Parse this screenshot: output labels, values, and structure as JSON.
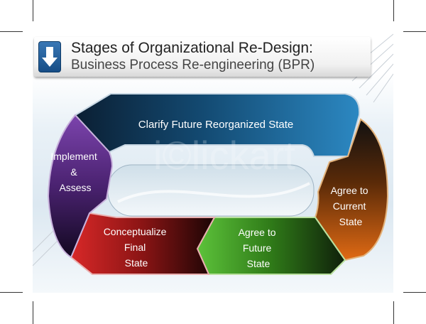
{
  "header": {
    "title": "Stages of Organizational Re-Design:",
    "subtitle": "Business Process Re-engineering (BPR)",
    "icon": "down-arrow-icon"
  },
  "stages": [
    {
      "id": "clarify",
      "lines": [
        "Clarify Future Reorganized State"
      ],
      "color": "#1d5f8f"
    },
    {
      "id": "agree-current",
      "lines": [
        "Agree to",
        "Current",
        "State"
      ],
      "color": "#c25a10"
    },
    {
      "id": "agree-future",
      "lines": [
        "Agree to",
        "Future",
        "State"
      ],
      "color": "#3e9a1f"
    },
    {
      "id": "conceptualize",
      "lines": [
        "Conceptualize",
        "Final",
        "State"
      ],
      "color": "#a81b1b"
    },
    {
      "id": "implement",
      "lines": [
        "Implement",
        "&",
        "Assess"
      ],
      "color": "#5d2d82"
    }
  ],
  "watermark": "i©lickart"
}
